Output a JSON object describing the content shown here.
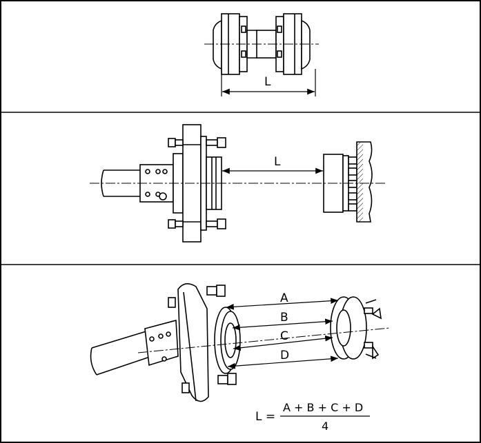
{
  "figure1": {
    "dimension_label": "L"
  },
  "figure2": {
    "dimension_label": "L"
  },
  "figure3": {
    "labels": {
      "a": "A",
      "b": "B",
      "c": "C",
      "d": "D"
    },
    "formula": {
      "lhs": "L =",
      "numerator": "A + B + C + D",
      "denominator": "4"
    }
  }
}
